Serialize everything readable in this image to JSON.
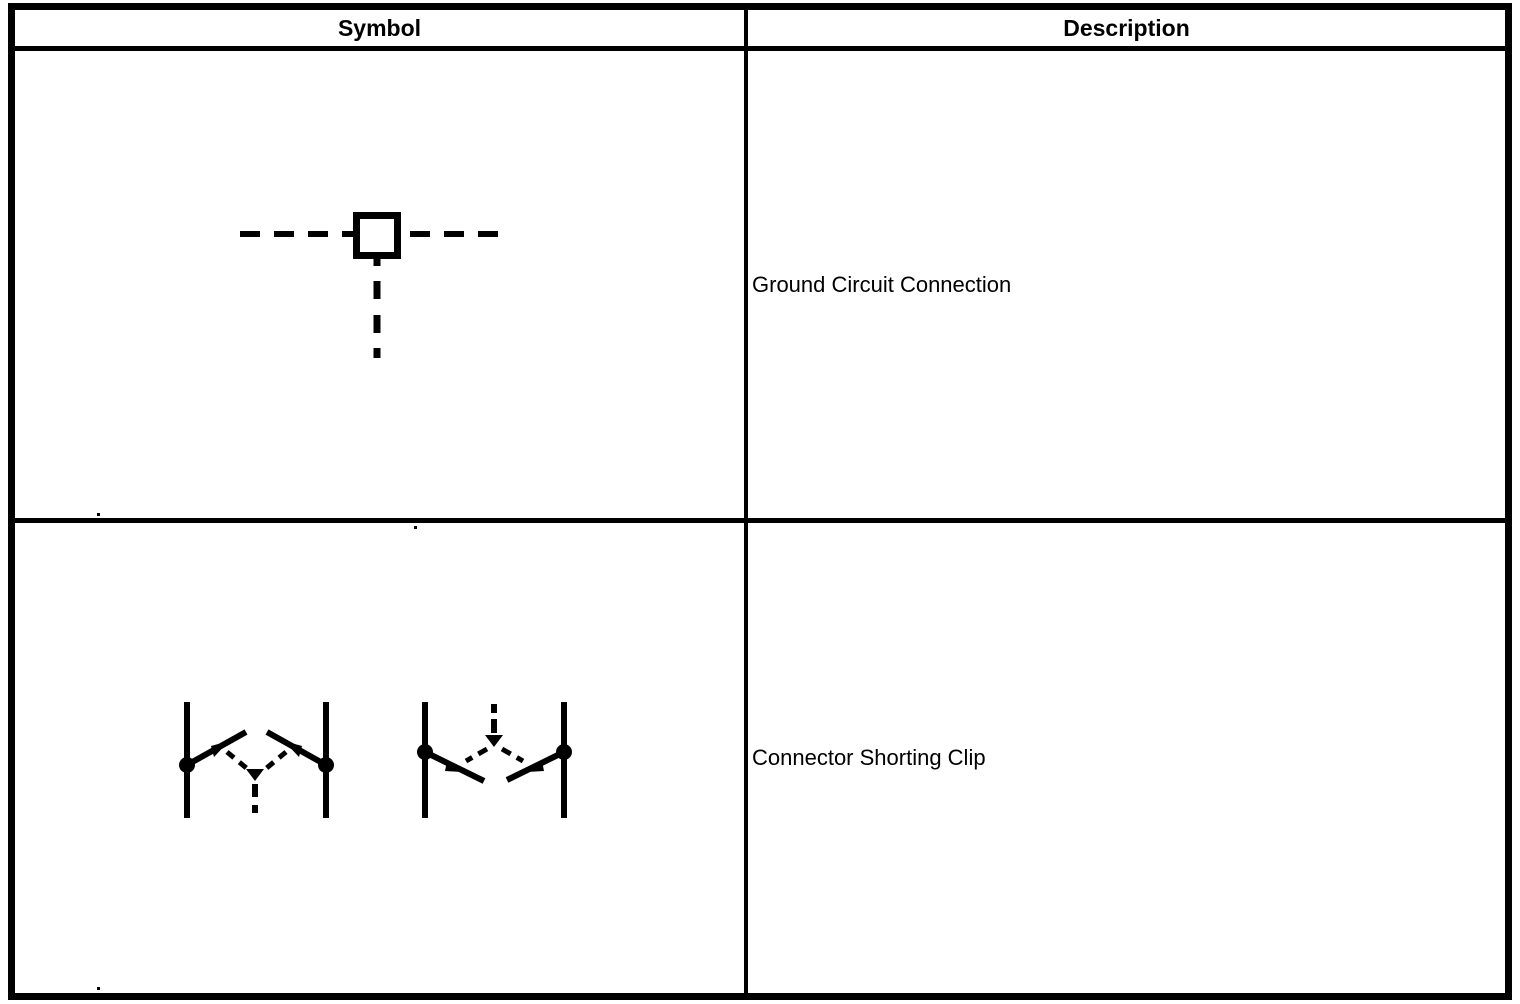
{
  "document": {
    "background_color": "#ffffff",
    "ink_color": "#000000",
    "kind": "wiring diagram symbol legend table"
  },
  "table": {
    "columns": [
      {
        "label": "Symbol"
      },
      {
        "label": "Description"
      }
    ],
    "rows": [
      {
        "symbol_icon": "ground-circuit-connection-symbol",
        "description": "Ground Circuit Connection"
      },
      {
        "symbol_icon": "connector-shorting-clip-symbol",
        "description": "Connector Shorting Clip"
      }
    ]
  }
}
